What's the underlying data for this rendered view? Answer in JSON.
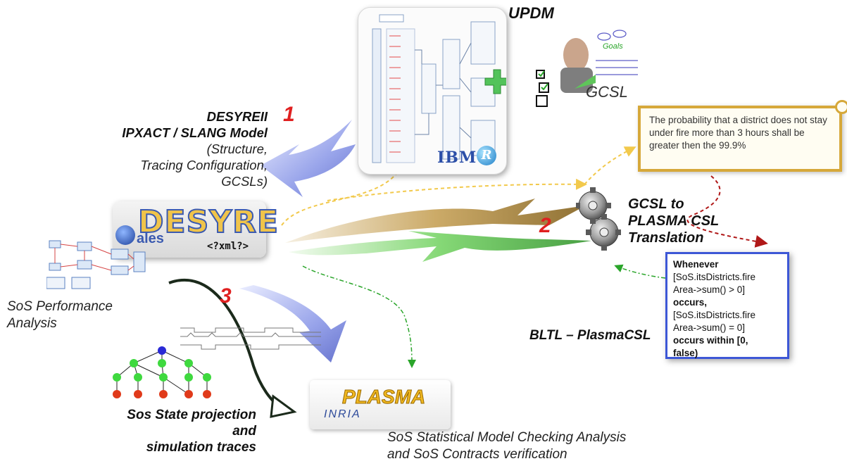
{
  "updm_title": "UPDM",
  "gcsl_label": "GCSL",
  "goals_label": "Goals",
  "ibm_label": "IBM",
  "desyre_title_line1": "DESYREII",
  "desyre_title_line2": "IPXACT / SLANG Model",
  "desyre_sub_line1": "(Structure,",
  "desyre_sub_line2": "Tracing Configuration,",
  "desyre_sub_line3": "GCSLs)",
  "desyre_logo_text": "DESYRE",
  "ales_text": "ales",
  "xml_tag": "<?xml?>",
  "perf_line1": "SoS Performance",
  "perf_line2": "Analysis",
  "step1": "1",
  "step2": "2",
  "step3": "3",
  "translation_line1": "GCSL to",
  "translation_line2": "PLASMA CSL",
  "translation_line3": "Translation",
  "requirement_text": "The probability that a district does not stay under fire more than 3 hours shall be greater then the 99.9%",
  "bltl_label": "BLTL – PlasmaCSL",
  "bltl_lines": [
    {
      "text": "Whenever",
      "bold": true
    },
    {
      "text": "[SoS.itsDistricts.fire",
      "bold": false
    },
    {
      "text": "Area->sum() > 0]",
      "bold": false
    },
    {
      "text": "occurs,",
      "bold": true
    },
    {
      "text": "[SoS.itsDistricts.fire",
      "bold": false
    },
    {
      "text": "Area->sum() = 0]",
      "bold": false
    },
    {
      "text": "occurs within [0,",
      "bold": true
    },
    {
      "text": "false)",
      "bold": true
    }
  ],
  "state_line1": "Sos State projection",
  "state_line2": "and",
  "state_line3": "simulation traces",
  "plasma_logo_text": "PLASMA",
  "inria_text": "INRIA",
  "smc_line1": "SoS Statistical Model Checking Analysis",
  "smc_line2": "and SoS Contracts verification",
  "colors": {
    "step_red": "#e02020",
    "gold_arrow": "#c7a25a",
    "green_arrow": "#5fc55a",
    "blue_arrow": "#8c9ae6",
    "bltl_border": "#3d57d6",
    "scroll_border": "#d6a83a"
  }
}
